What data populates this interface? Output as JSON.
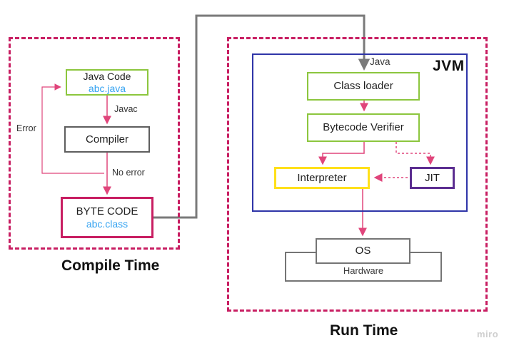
{
  "diagram": {
    "compile_time": {
      "title": "Compile Time",
      "java_code_line1": "Java Code",
      "java_code_line2": "abc.java",
      "compiler_label": "Compiler",
      "byte_code_line1": "BYTE CODE",
      "byte_code_line2": "abc.class",
      "javac_label": "Javac",
      "no_error_label": "No error",
      "error_label": "Error"
    },
    "run_time": {
      "title": "Run Time",
      "jvm_label": "JVM",
      "java_edge_label": "Java",
      "class_loader_label": "Class loader",
      "bytecode_verifier_label": "Bytecode Verifier",
      "interpreter_label": "Interpreter",
      "jit_label": "JIT",
      "os_label": "OS",
      "hardware_label": "Hardware"
    },
    "watermark": "miro",
    "colors": {
      "region_dashed": "#c81e62",
      "green_border": "#8cc63e",
      "gray_border": "#5e5e5e",
      "crimson_border": "#c81e62",
      "yellow_border": "#ffe01a",
      "purple_border": "#5c2e91",
      "blue_border": "#2f35a8",
      "pink_arrow": "#e0457b",
      "gray_arrow": "#7a7a7a",
      "blue_text": "#35a3f1"
    }
  }
}
